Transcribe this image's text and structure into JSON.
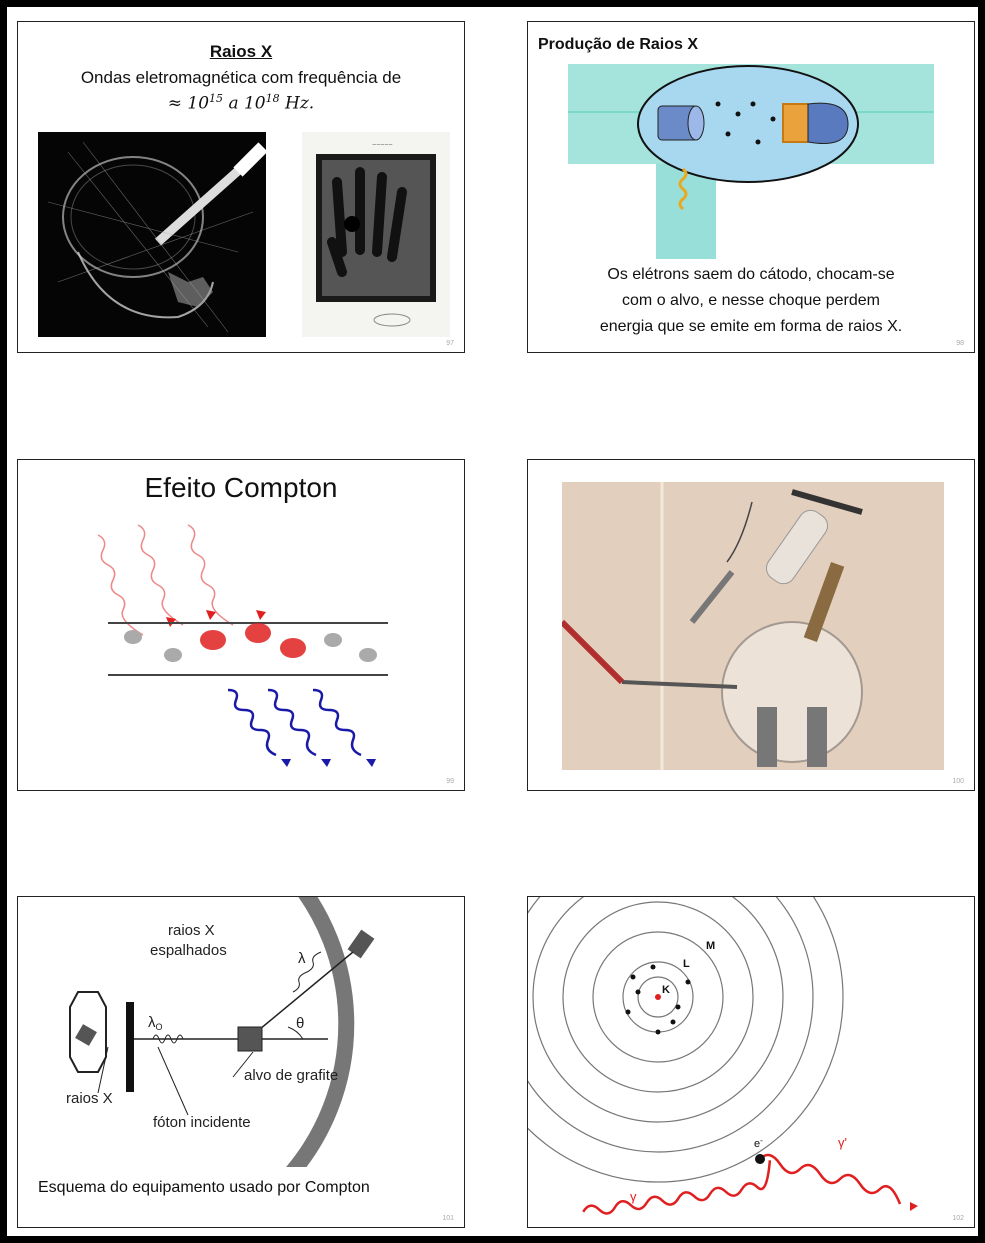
{
  "slides": {
    "s1": {
      "title": "Raios X",
      "subtitle": "Ondas eletromagnética com frequência de",
      "formula_prefix": "≈ 10",
      "exp1": "15",
      "formula_mid": " a 10",
      "exp2": "18",
      "formula_unit": " Hz.",
      "page": "97"
    },
    "s2": {
      "title": "Produção de Raios X",
      "caption_l1": "Os elétrons saem do cátodo, chocam-se",
      "caption_l2": "com o alvo, e nesse choque perdem",
      "caption_l3": "energia que se emite em forma de raios X.",
      "page": "98"
    },
    "s3": {
      "title": "Efeito Compton",
      "page": "99"
    },
    "s4": {
      "page": "100"
    },
    "s5": {
      "label_scattered_1": "raios X",
      "label_scattered_2": "espalhados",
      "lambda": "λ",
      "lambda0": "λ",
      "lambda0_sub": "O",
      "theta": "θ",
      "target": "alvo de grafite",
      "source": "raios X",
      "photon": "fóton incidente",
      "caption": "Esquema do equipamento usado por Compton",
      "page": "101"
    },
    "s6": {
      "shell_M": "M",
      "shell_L": "L",
      "shell_K": "K",
      "electron": "e",
      "electron_sup": "-",
      "gamma_in": "γ",
      "gamma_out": "γ'",
      "page": "102"
    }
  },
  "colors": {
    "red_arrow": "#e02020",
    "blue_wave": "#1a1aa8",
    "tube": "#7fd7cf"
  }
}
